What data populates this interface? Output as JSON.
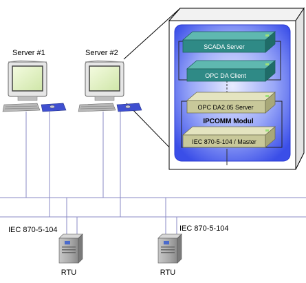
{
  "servers": [
    {
      "label": "Server #1"
    },
    {
      "label": "Server #2"
    }
  ],
  "ipcomm": {
    "layers": {
      "scada": "SCADA Server",
      "opc_client": "OPC DA Client",
      "opc_server": "OPC DA2.05 Server",
      "master": "IEC 870-5-104 / Master"
    },
    "module_label": "IPCOMM Modul"
  },
  "networks": [
    {
      "label": "IEC 870-5-104"
    },
    {
      "label": "IEC 870-5-104"
    }
  ],
  "rtus": [
    {
      "label": "RTU"
    },
    {
      "label": "RTU"
    }
  ],
  "colors": {
    "teal_plate": "#2f8a86",
    "teal_plate_top": "#5fb8b0",
    "olive_plate": "#c8c89a",
    "olive_plate_top": "#e4e4c0",
    "panel_blue": "#4656ee",
    "panel_inner": "#b8c0f4",
    "network_line": "#8080c0"
  }
}
